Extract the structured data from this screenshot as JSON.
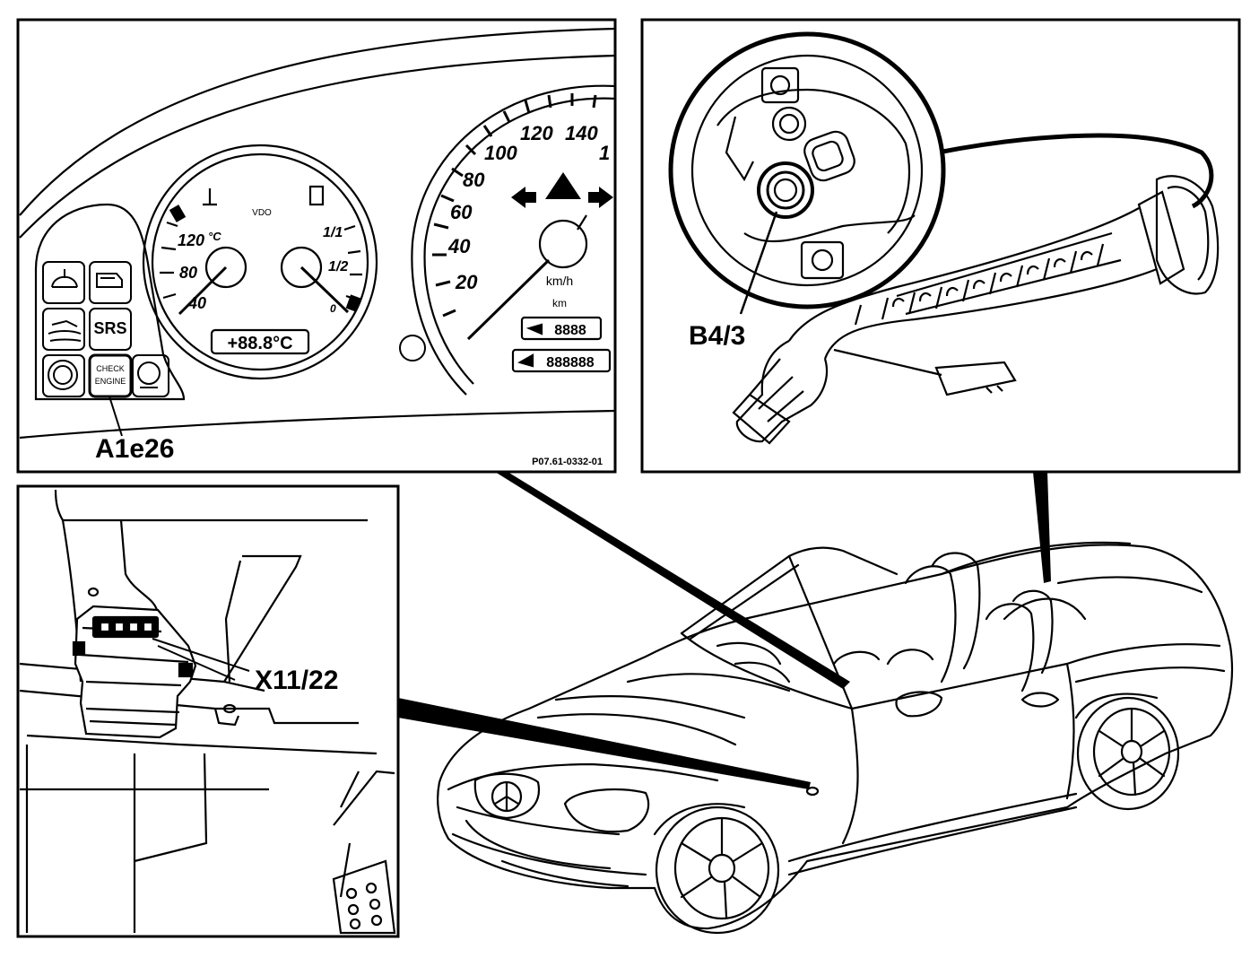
{
  "callouts": {
    "a1e26": "A1e26",
    "b4_3": "B4/3",
    "x11_22": "X11/22"
  },
  "figure_code": "P07.61-0332-01",
  "cluster": {
    "speedometer_ticks": [
      "20",
      "40",
      "60",
      "80",
      "100",
      "120",
      "140",
      "1"
    ],
    "speed_unit": "km/h",
    "odo_unit": "km",
    "trip_display": "8888",
    "odo_display": "888888",
    "temp_gauge_ticks": [
      "120",
      "°C",
      "80",
      "40"
    ],
    "fuel_gauge_ticks": [
      "1/1",
      "1/2",
      "0"
    ],
    "brand": "VDO",
    "temp_display": "+88.8°C",
    "srs_label": "SRS",
    "check_engine_label_1": "CHECK",
    "check_engine_label_2": "ENGINE"
  }
}
